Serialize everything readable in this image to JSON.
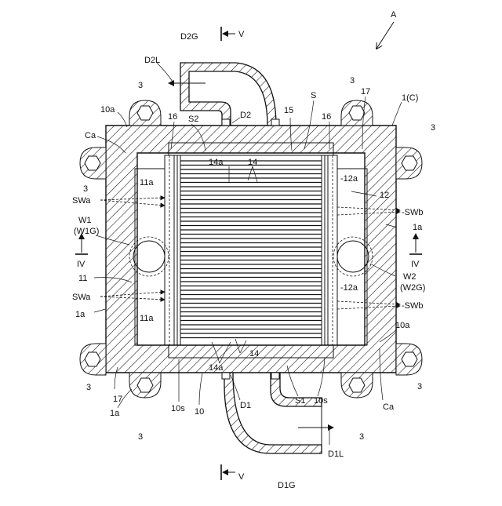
{
  "diagram": {
    "labels": {
      "A": "A",
      "D2G": "D2G",
      "D2L": "D2L",
      "V_top": "V",
      "V_bottom": "V",
      "D2": "D2",
      "S": "S",
      "S2": "S2",
      "n15": "15",
      "n16_left": "16",
      "n16_right": "16",
      "n17_top": "17",
      "n1C": "1(C)",
      "n3_a": "3",
      "n3_b": "3",
      "n3_c": "3",
      "n3_d": "3",
      "n3_e": "3",
      "n3_f": "3",
      "n3_g": "3",
      "n3_h": "3",
      "n10a_top": "10a",
      "n10a_right": "10a",
      "Ca_top": "Ca",
      "Ca_bottom": "Ca",
      "n11a_top": "11a",
      "n11a_bottom": "11a",
      "n14a_top": "14a",
      "n14_top": "14",
      "n14a_bottom": "14a",
      "n14_bottom": "14",
      "n12a_top": "-12a",
      "n12a_bottom": "-12a",
      "n12": "12",
      "SWa_top": "SWa",
      "SWa_bottom": "SWa",
      "SWb_top": "-SWb",
      "SWb_bottom": "-SWb",
      "W1": "W1",
      "W1G": "(W1G)",
      "W2": "W2",
      "W2G": "(W2G)",
      "IV_left": "IV",
      "IV_right": "IV",
      "n1a_left": "1a",
      "n1a_right": "1a",
      "n1a_bottom": "1a",
      "n11": "11",
      "n17_bottom": "17",
      "n10s_left": "10s",
      "n10s_right": "10s",
      "n10": "10",
      "D1": "D1",
      "S1": "S1",
      "D1L": "D1L",
      "D1G": "D1G"
    }
  }
}
